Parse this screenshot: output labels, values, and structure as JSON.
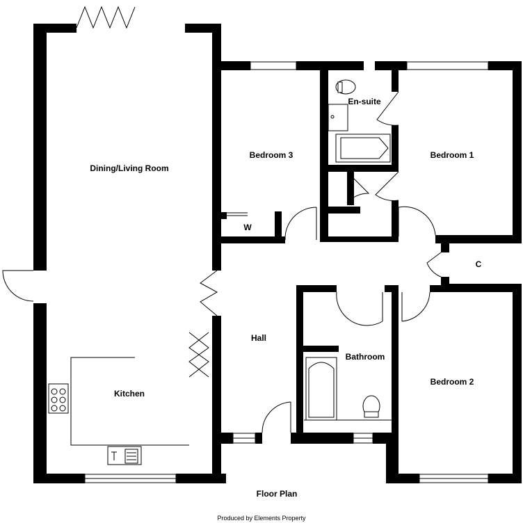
{
  "plan": {
    "rooms": {
      "dining_living": "Dining/Living Room",
      "bedroom3": "Bedroom 3",
      "ensuite": "En-suite",
      "bedroom1": "Bedroom 1",
      "wardrobe": "W",
      "cupboard": "C",
      "hall": "Hall",
      "bathroom": "Bathroom",
      "kitchen": "Kitchen",
      "bedroom2": "Bedroom 2"
    },
    "title": "Floor Plan",
    "credit": "Produced by Elements Property",
    "colors": {
      "walls": "#000000",
      "background": "#ffffff"
    }
  }
}
